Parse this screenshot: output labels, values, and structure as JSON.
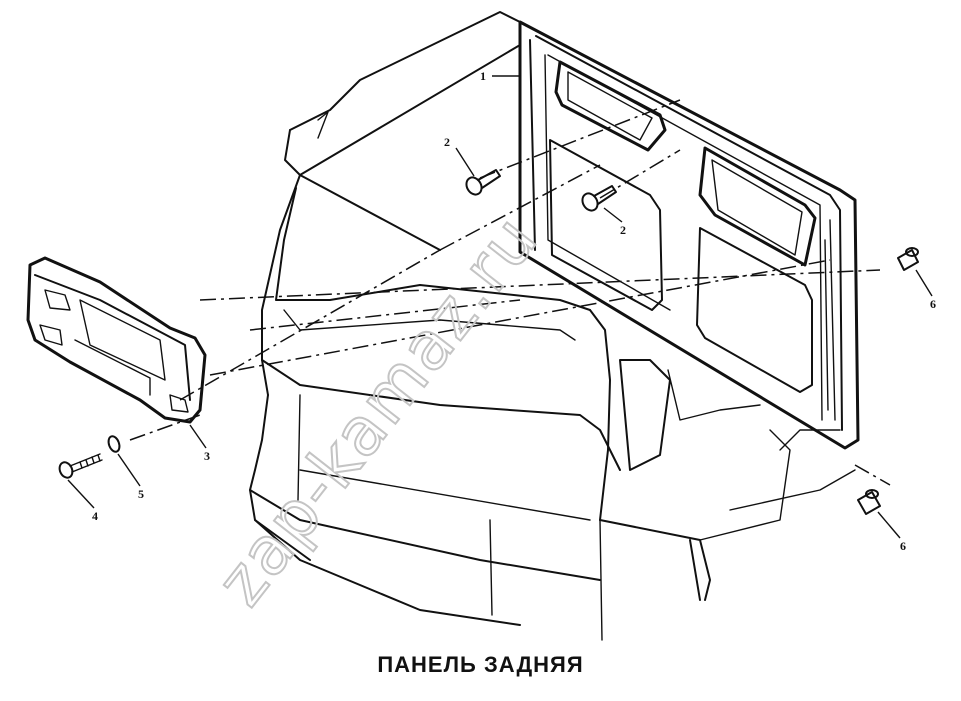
{
  "caption": "ПАНЕЛЬ ЗАДНЯЯ",
  "watermark": "zap-kamaz.ru",
  "callouts": {
    "rear_panel": "1",
    "clip_left": "2",
    "clip_right": "2",
    "trim_cover": "3",
    "bolt": "4",
    "washer": "5",
    "plug_upper": "6",
    "plug_lower": "6"
  }
}
